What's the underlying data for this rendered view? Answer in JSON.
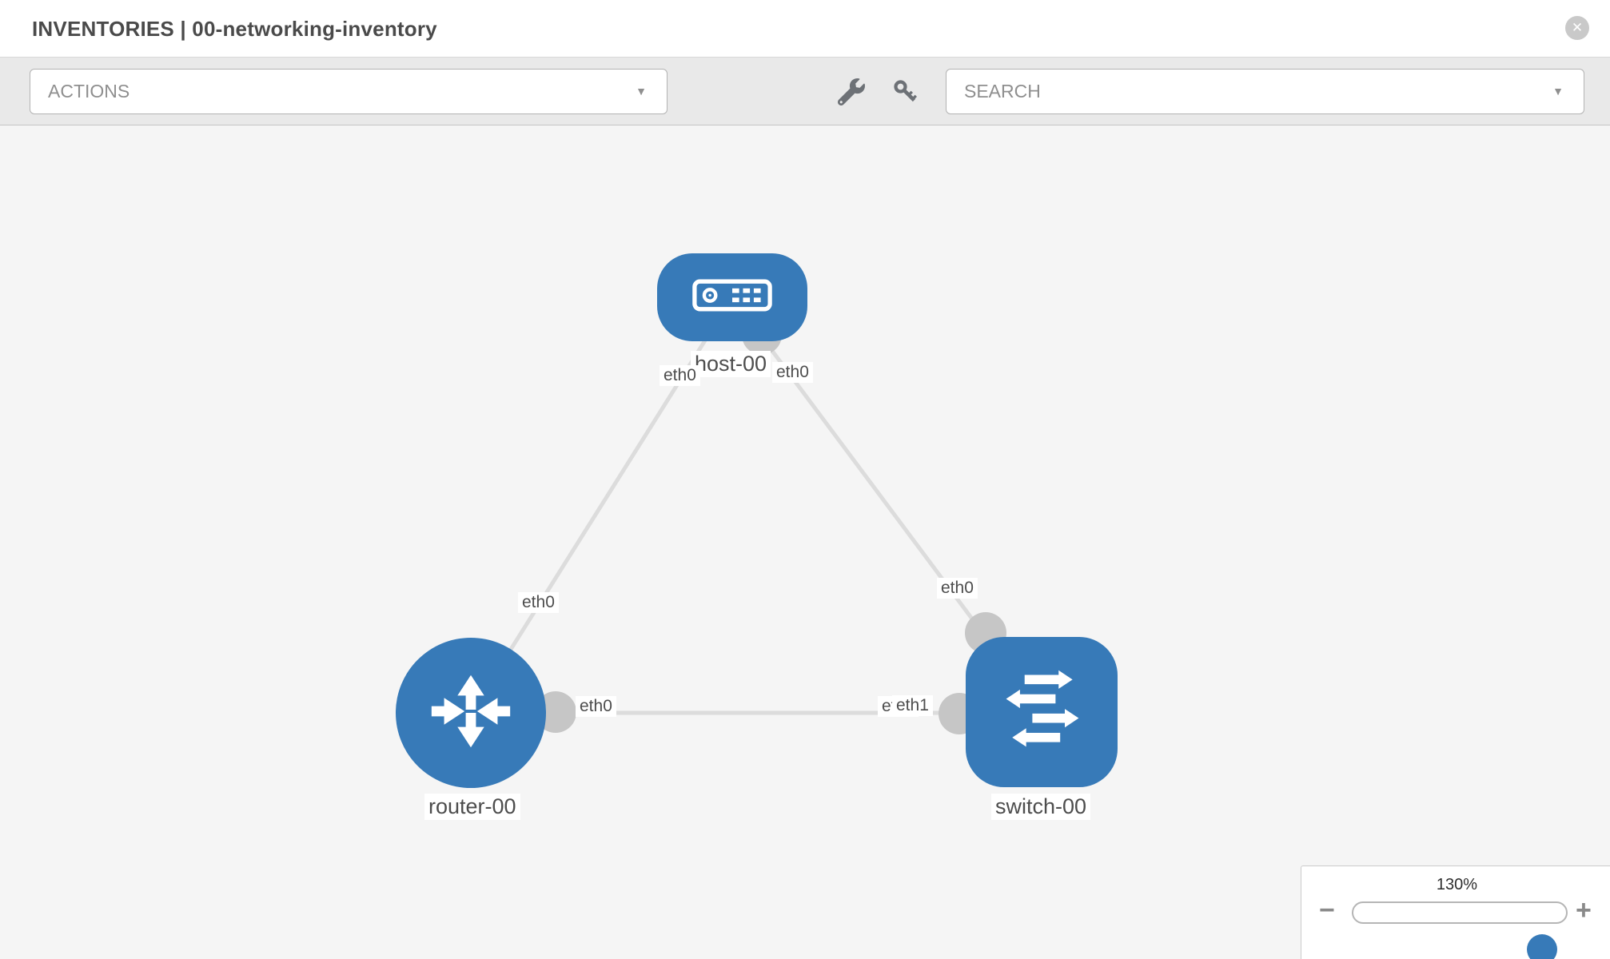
{
  "header": {
    "title": "INVENTORIES | 00-networking-inventory",
    "close_glyph": "✕"
  },
  "toolbar": {
    "actions_label": "ACTIONS",
    "search_label": "SEARCH",
    "caret": "▼",
    "icons": [
      "wrench-icon",
      "key-icon"
    ]
  },
  "graph": {
    "nodes": [
      {
        "id": "host-00",
        "type": "host",
        "label": "host-00"
      },
      {
        "id": "router-00",
        "type": "router",
        "label": "router-00"
      },
      {
        "id": "switch-00",
        "type": "switch",
        "label": "switch-00"
      }
    ],
    "edges": [
      {
        "from": "host-00",
        "to": "router-00",
        "from_label": "eth0",
        "to_label": "eth0"
      },
      {
        "from": "host-00",
        "to": "switch-00",
        "from_label": "eth0",
        "to_label": "eth0"
      },
      {
        "from": "router-00",
        "to": "switch-00",
        "from_label": "eth0",
        "to_label": "eth1",
        "to_label_overlapped": "eth0"
      }
    ],
    "colors": {
      "node_fill": "#377ab8",
      "edge_line": "#dcdcdc",
      "endpoint": "#c6c6c6",
      "label_text": "#4d4d4d",
      "canvas_bg": "#f5f5f5"
    }
  },
  "zoom_control": {
    "value": "130%",
    "zoom_out_glyph": "−",
    "zoom_in_glyph": "+"
  }
}
